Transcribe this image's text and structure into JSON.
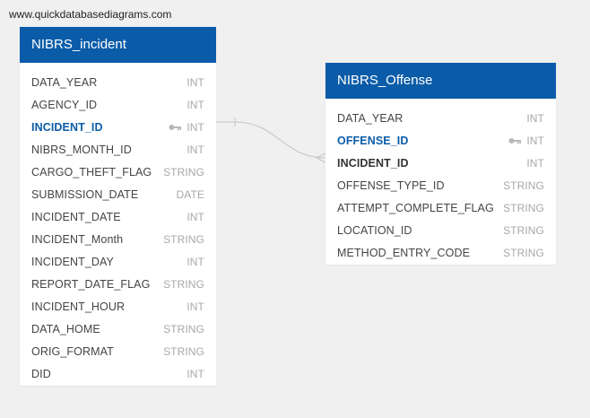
{
  "watermark": "www.quickdatabasediagrams.com",
  "tables": [
    {
      "title": "NIBRS_incident",
      "columns": [
        {
          "name": "DATA_YEAR",
          "type": "INT"
        },
        {
          "name": "AGENCY_ID",
          "type": "INT"
        },
        {
          "name": "INCIDENT_ID",
          "type": "INT",
          "key": "primary",
          "icon": "key-icon"
        },
        {
          "name": "NIBRS_MONTH_ID",
          "type": "INT"
        },
        {
          "name": "CARGO_THEFT_FLAG",
          "type": "STRING"
        },
        {
          "name": "SUBMISSION_DATE",
          "type": "DATE"
        },
        {
          "name": "INCIDENT_DATE",
          "type": "INT"
        },
        {
          "name": "INCIDENT_Month",
          "type": "STRING"
        },
        {
          "name": "INCIDENT_DAY",
          "type": "INT"
        },
        {
          "name": "REPORT_DATE_FLAG",
          "type": "STRING"
        },
        {
          "name": "INCIDENT_HOUR",
          "type": "INT"
        },
        {
          "name": "DATA_HOME",
          "type": "STRING"
        },
        {
          "name": "ORIG_FORMAT",
          "type": "STRING"
        },
        {
          "name": "DID",
          "type": "INT"
        }
      ]
    },
    {
      "title": "NIBRS_Offense",
      "columns": [
        {
          "name": "DATA_YEAR",
          "type": "INT"
        },
        {
          "name": "OFFENSE_ID",
          "type": "INT",
          "key": "primary",
          "icon": "key-icon"
        },
        {
          "name": "INCIDENT_ID",
          "type": "INT",
          "key": "foreign"
        },
        {
          "name": "OFFENSE_TYPE_ID",
          "type": "STRING"
        },
        {
          "name": "ATTEMPT_COMPLETE_FLAG",
          "type": "STRING"
        },
        {
          "name": "LOCATION_ID",
          "type": "STRING"
        },
        {
          "name": "METHOD_ENTRY_CODE",
          "type": "STRING"
        }
      ]
    }
  ],
  "relationship": {
    "from": "NIBRS_incident.INCIDENT_ID",
    "to": "NIBRS_Offense.INCIDENT_ID",
    "cardinality": "one-to-many"
  },
  "colors": {
    "header": "#0a5ca8",
    "primary_key_text": "#0a5ca8",
    "type_text": "#a8a8a8",
    "connector": "#c4c4c4"
  }
}
